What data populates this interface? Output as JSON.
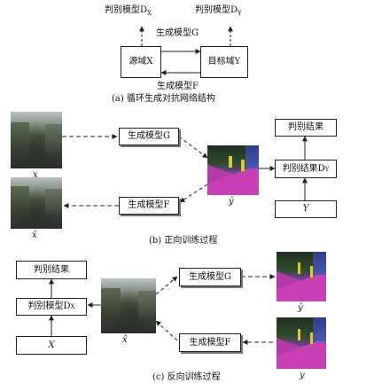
{
  "panel_a": {
    "disc_x": "判别模型D",
    "disc_x_sub": "X",
    "disc_y": "判别模型D",
    "disc_y_sub": "Y",
    "gen_g": "生成模型G",
    "source": "源域X",
    "target": "目标域Y",
    "gen_f": "生成模型F",
    "caption": "(a) 循环生成对抗网络结构"
  },
  "panel_b": {
    "label_x": "x",
    "label_xhat": "x̂",
    "label_yhat": "ŷ",
    "gen_g": "生成模型G",
    "gen_f": "生成模型F",
    "result": "判别结果",
    "disc_y": "判别结果D",
    "disc_y_sub": "Y",
    "y_box": "Y",
    "caption": "(b) 正向训练过程"
  },
  "panel_c": {
    "result": "判别结果",
    "disc_x": "判别模型D",
    "disc_x_sub": "X",
    "x_box": "X",
    "label_xhat": "x̂",
    "gen_g": "生成模型G",
    "gen_f": "生成模型F",
    "label_yhat": "ŷ",
    "label_y": "y",
    "caption": "(c) 反向训练过程"
  }
}
